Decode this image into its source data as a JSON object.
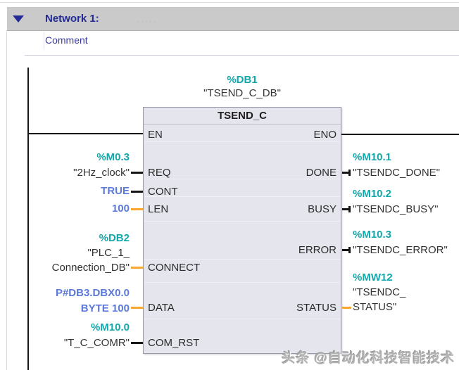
{
  "network": {
    "title": "Network 1:",
    "title_dots": ".....",
    "comment_label": "Comment"
  },
  "block": {
    "instance_address": "%DB1",
    "instance_name": "\"TSEND_C_DB\"",
    "title": "TSEND_C",
    "pins": {
      "en": "EN",
      "eno": "ENO",
      "req": "REQ",
      "cont": "CONT",
      "len": "LEN",
      "connect": "CONNECT",
      "data": "DATA",
      "com_rst": "COM_RST",
      "done": "DONE",
      "busy": "BUSY",
      "error": "ERROR",
      "status": "STATUS"
    }
  },
  "operands": {
    "req": {
      "address": "%M0.3",
      "name": "\"2Hz_clock\""
    },
    "cont": {
      "value": "TRUE"
    },
    "len": {
      "value": "100"
    },
    "connect": {
      "address": "%DB2",
      "name_line1": "\"PLC_1_",
      "name_line2": "Connection_DB\""
    },
    "data": {
      "value_line1": "P#DB3.DBX0.0",
      "value_line2": "BYTE 100"
    },
    "com_rst": {
      "address": "%M10.0",
      "name": "\"T_C_COMR\""
    },
    "done": {
      "address": "%M10.1",
      "name": "\"TSENDC_DONE\""
    },
    "busy": {
      "address": "%M10.2",
      "name": "\"TSENDC_BUSY\""
    },
    "error": {
      "address": "%M10.3",
      "name": "\"TSENDC_ERROR\""
    },
    "status": {
      "address": "%MW12",
      "name_line1": "\"TSENDC_",
      "name_line2": "STATUS\""
    }
  },
  "watermark": "头条 @自动化科技智能技术",
  "colors": {
    "address_teal": "#12a7ab",
    "constant_blue": "#5b79d9",
    "pin_orange": "#fba62f",
    "network_navy": "#232a96",
    "comment_blue": "#3c3c9e",
    "block_bg": "#e5e5ed",
    "block_border": "#99a",
    "wire_black": "#151515",
    "header_gray": "#cacaca",
    "label_dark": "#2b2b2b"
  }
}
